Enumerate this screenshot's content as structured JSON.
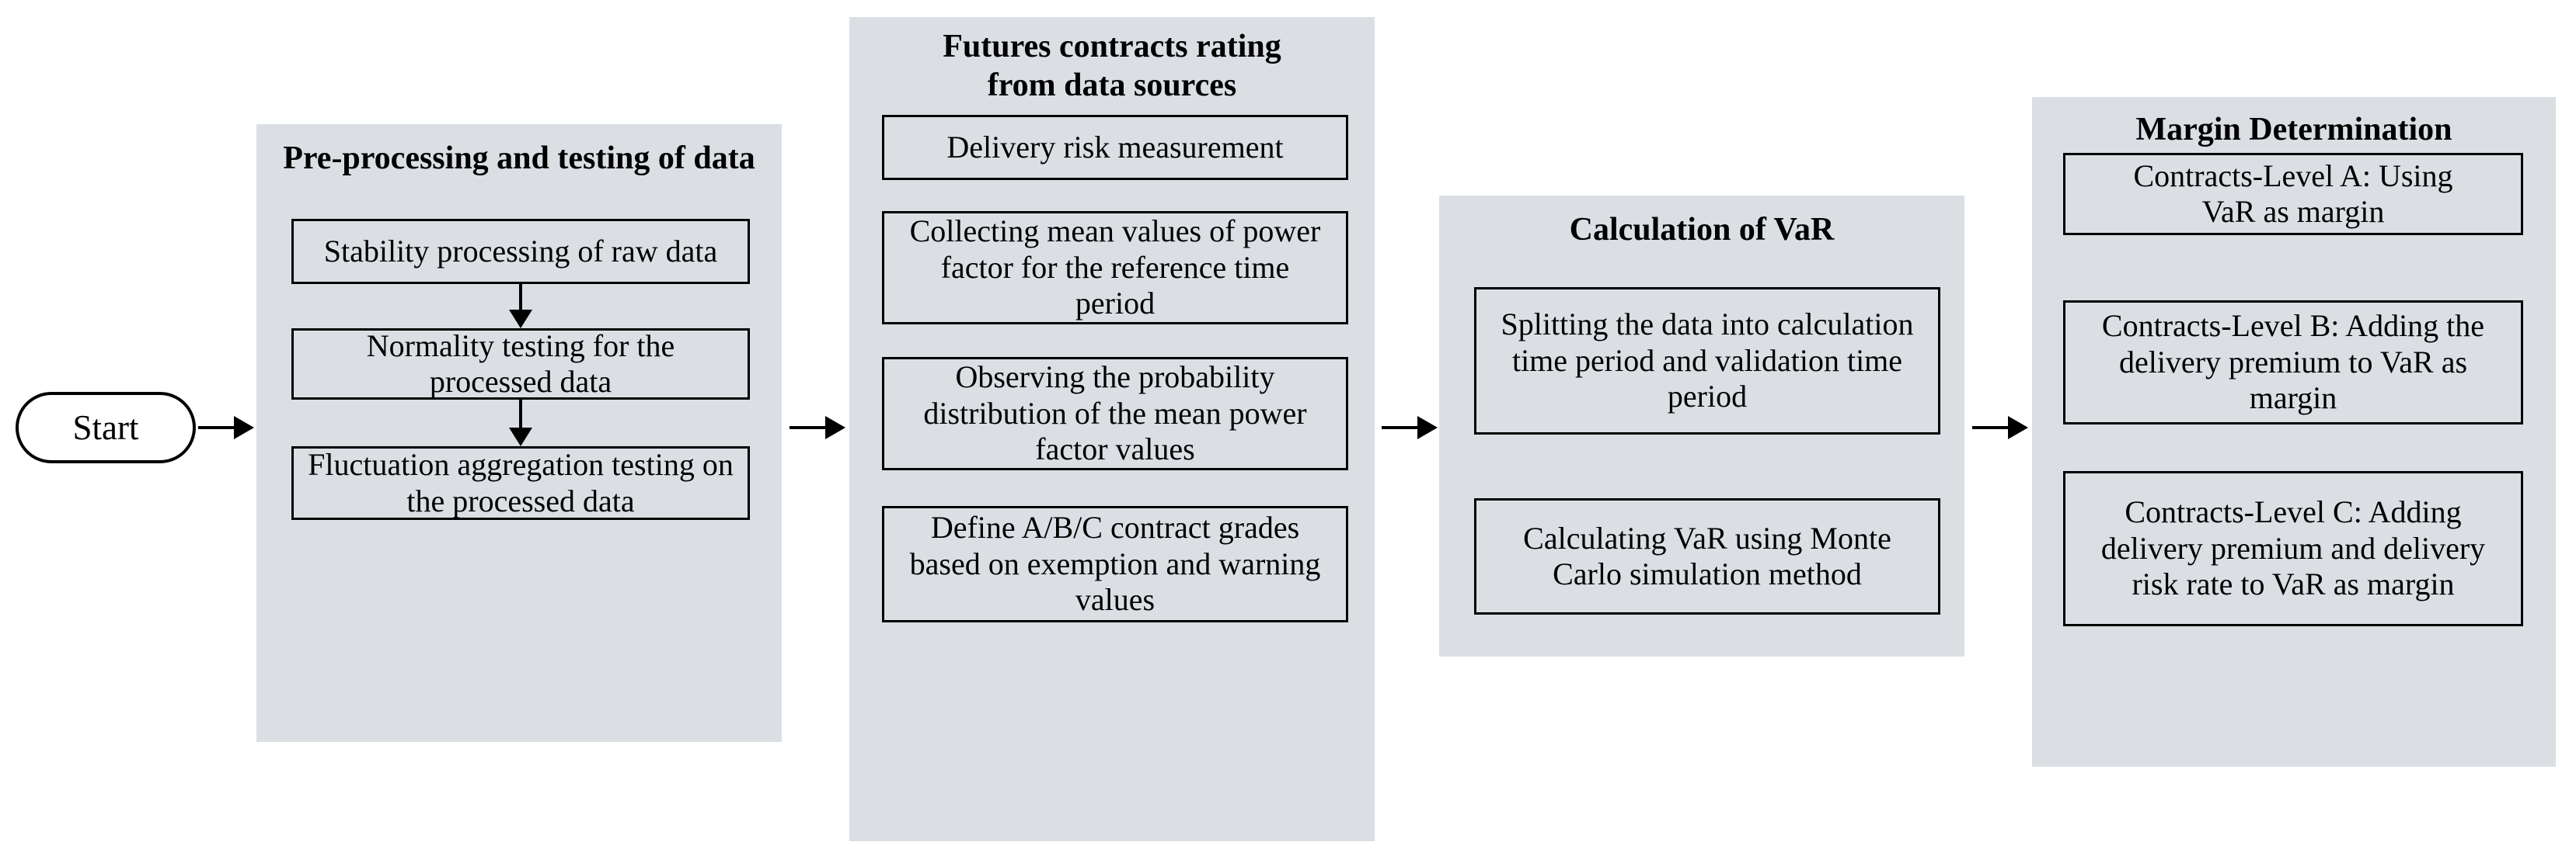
{
  "diagram": {
    "title": "Futures contract margin determination flowchart",
    "colors": {
      "panel_fill": "#dbdfe4",
      "node_border": "#000000",
      "page_background": "#ffffff",
      "text": "#000000"
    },
    "start": {
      "label": "Start"
    },
    "panels": [
      {
        "id": "pre-processing",
        "title": "Pre-processing and testing of data",
        "nodes": [
          {
            "id": "stability",
            "label": "Stability processing of raw data"
          },
          {
            "id": "normality",
            "label": "Normality testing for the processed data"
          },
          {
            "id": "fluctuation",
            "label": "Fluctuation aggregation testing on the processed data"
          }
        ]
      },
      {
        "id": "futures-rating",
        "title": "Futures contracts rating from data sources",
        "nodes": [
          {
            "id": "delivery-risk",
            "label": "Delivery risk measurement"
          },
          {
            "id": "mean-values",
            "label": "Collecting mean values of power factor for the reference time period"
          },
          {
            "id": "probability",
            "label": "Observing the probability distribution of the mean power factor values"
          },
          {
            "id": "grades",
            "label": "Define A/B/C contract grades based on exemption and warning values"
          }
        ]
      },
      {
        "id": "var-calculation",
        "title": "Calculation of VaR",
        "nodes": [
          {
            "id": "split-data",
            "label": "Splitting the data into calculation time period and validation time period"
          },
          {
            "id": "monte-carlo",
            "label": "Calculating VaR using Monte Carlo simulation method"
          }
        ]
      },
      {
        "id": "margin-determination",
        "title": "Margin Determination",
        "nodes": [
          {
            "id": "level-a",
            "label": "Contracts-Level A: Using VaR as margin"
          },
          {
            "id": "level-b",
            "label": "Contracts-Level B: Adding the delivery premium to VaR as margin"
          },
          {
            "id": "level-c",
            "label": "Contracts-Level C: Adding delivery premium and delivery risk rate to VaR as margin"
          }
        ]
      }
    ]
  }
}
